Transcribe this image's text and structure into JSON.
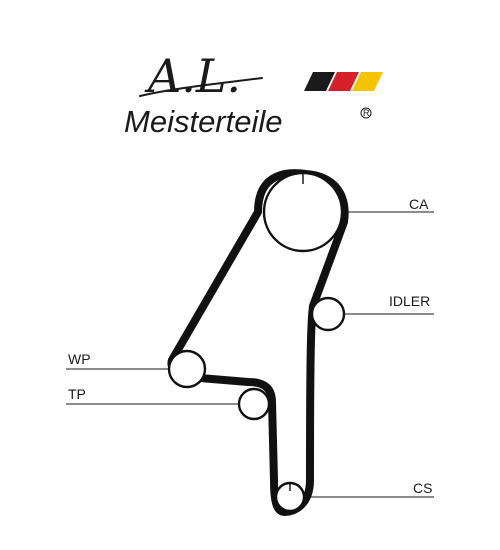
{
  "logo": {
    "initials": "A.L.",
    "wordmark": "Meisterteile",
    "registered": "®",
    "flag_colors": [
      "#1a1a1a",
      "#d8202a",
      "#f5c400"
    ]
  },
  "diagram": {
    "labels": {
      "ca": "CA",
      "idler": "IDLER",
      "wp": "WP",
      "tp": "TP",
      "cs": "CS"
    }
  }
}
